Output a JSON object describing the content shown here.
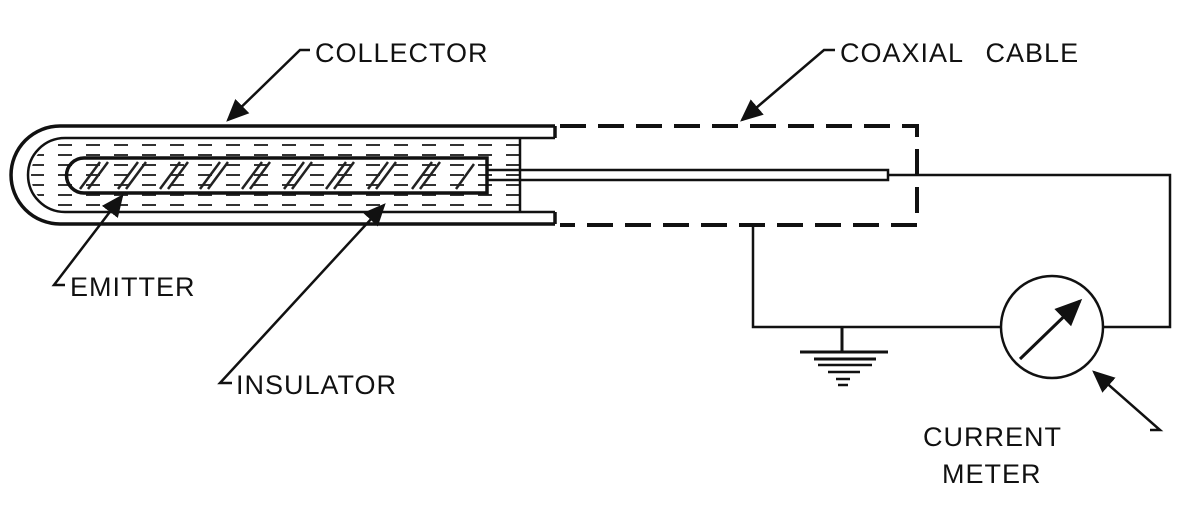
{
  "labels": {
    "collector": "COLLECTOR",
    "coaxial_cable": "COAXIAL CABLE",
    "emitter": "EMITTER",
    "insulator": "INSULATOR",
    "current_meter_line1": "CURRENT",
    "current_meter_line2": "METER"
  }
}
